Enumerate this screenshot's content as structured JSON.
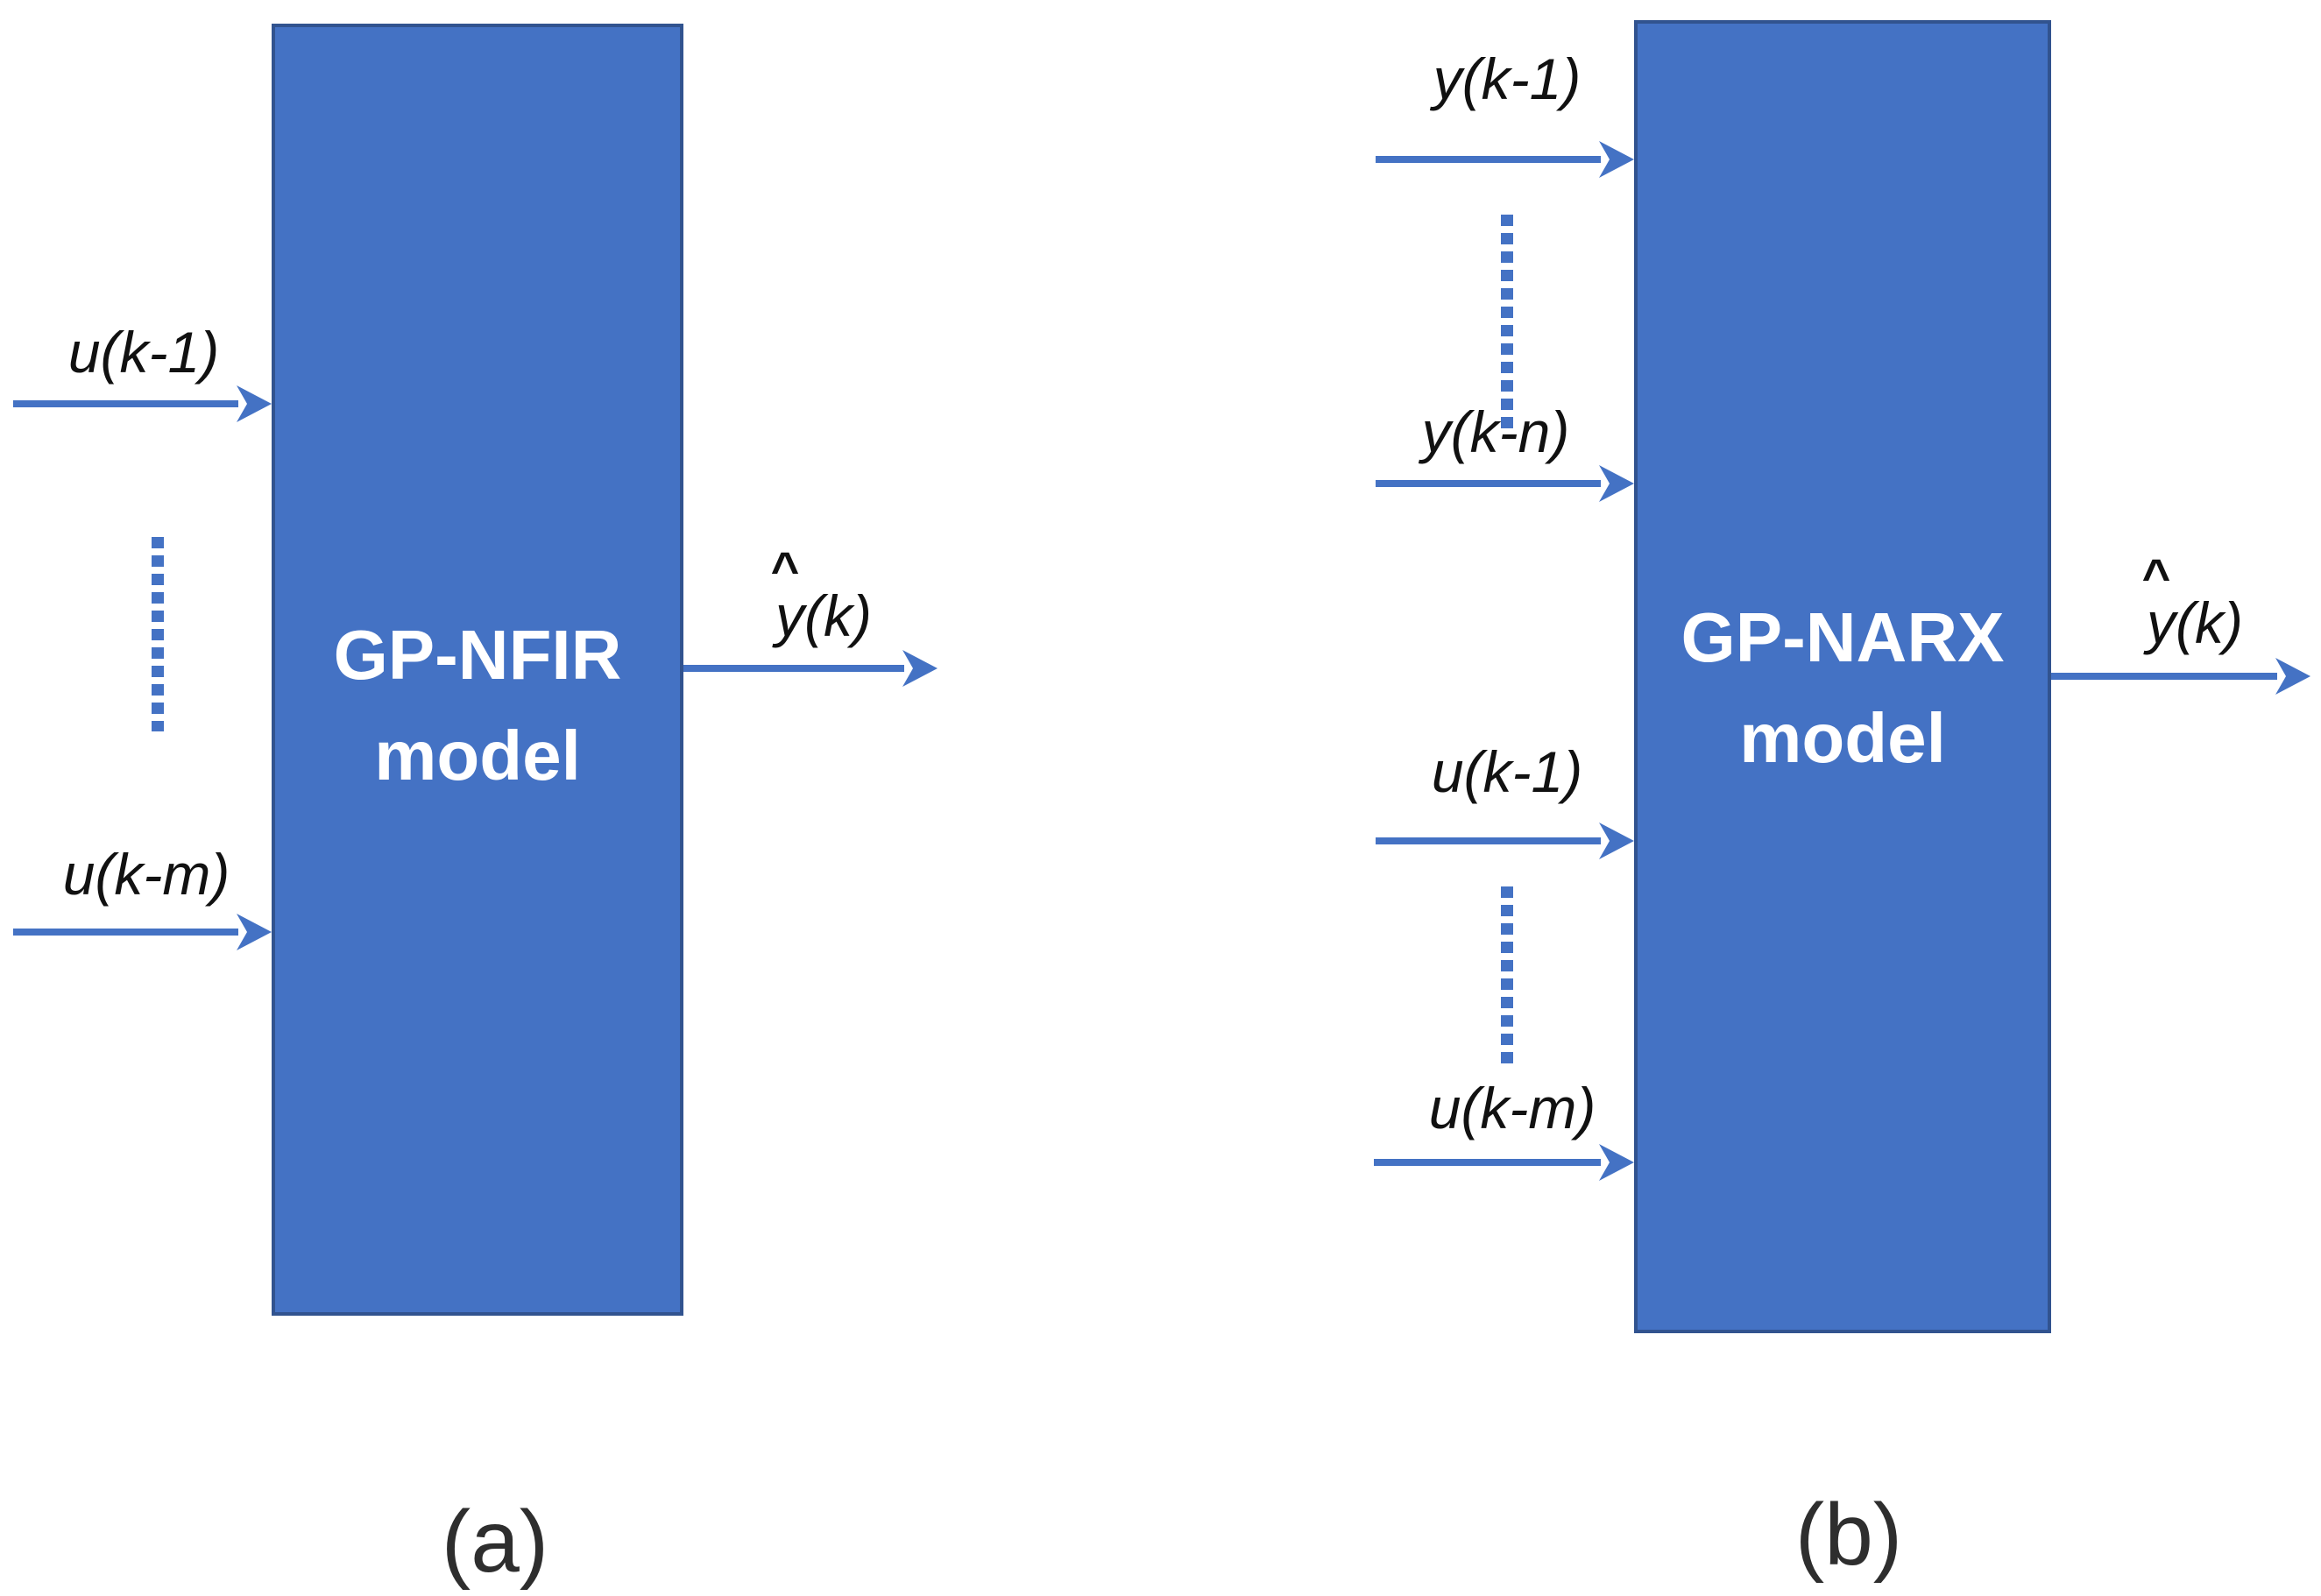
{
  "figure": {
    "colors": {
      "box_fill": "#4472C4",
      "box_border": "#31538F",
      "arrow": "#4472C4",
      "label_text": "#111111",
      "box_text": "#ffffff",
      "caption_text": "#2e2e2e"
    },
    "diagram_a": {
      "caption": "(a)",
      "box": {
        "line1": "GP-NFIR",
        "line2": "model"
      },
      "inputs": [
        {
          "label": "u(k-1)"
        },
        {
          "label": "u(k-m)"
        }
      ],
      "output": {
        "hat": "^",
        "text": "y(k)"
      }
    },
    "diagram_b": {
      "caption": "(b)",
      "box": {
        "line1": "GP-NARX",
        "line2": "model"
      },
      "inputs": [
        {
          "label": "y(k-1)"
        },
        {
          "label": "y(k-n)"
        },
        {
          "label": "u(k-1)"
        },
        {
          "label": "u(k-m)"
        }
      ],
      "output": {
        "hat": "^",
        "text": "y(k)"
      }
    }
  }
}
